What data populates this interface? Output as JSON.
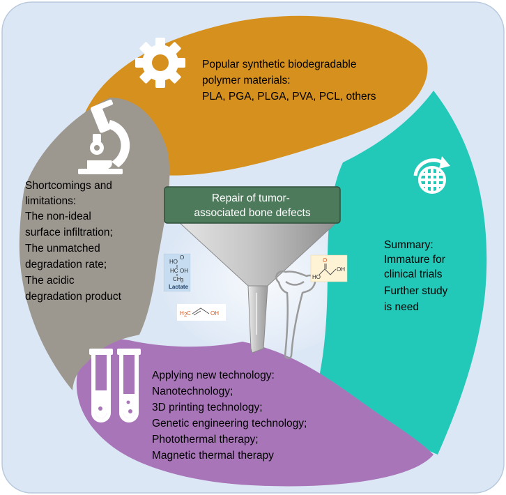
{
  "center": {
    "title_lines": [
      "Repair of tumor-",
      "associated bone defects"
    ]
  },
  "segments": {
    "top": {
      "lines": [
        "Popular synthetic biodegradable",
        "polymer materials:",
        "PLA, PGA, PLGA, PVA, PCL, others"
      ],
      "color": "#D6901E",
      "icon": "gear-icon"
    },
    "right": {
      "lines": [
        "Summary:",
        "Immature for",
        "clinical trials",
        "Further study",
        "is need"
      ],
      "color": "#22C9B8",
      "icon": "globe-icon"
    },
    "bottom": {
      "lines": [
        "Applying new technology:",
        "Nanotechnology;",
        "3D printing technology;",
        "Genetic engineering technology;",
        "Photothermal therapy;",
        "Magnetic thermal therapy"
      ],
      "color": "#A876B8",
      "icon": "test-tubes-icon"
    },
    "left": {
      "lines": [
        "Shortcomings and",
        "limitations:",
        "The non-ideal",
        "surface infiltration;",
        "The unmatched",
        "degradation rate;",
        "The acidic",
        "degradation product"
      ],
      "color": "#9C978F",
      "icon": "microscope-icon"
    }
  },
  "chemicals": {
    "lactate_label": "Lactate",
    "lactate_atoms": [
      "HO",
      "O",
      "HC",
      "OH",
      "CH",
      "3"
    ],
    "vinyl_alcohol_atoms": [
      "H",
      "2",
      "C",
      "OH"
    ],
    "glycolic_acid_atoms": [
      "O",
      "HO",
      "OH"
    ]
  },
  "colors": {
    "background": "#DCE7F5",
    "center_box": "#4E7A5C",
    "funnel": "#C9C9C9"
  }
}
